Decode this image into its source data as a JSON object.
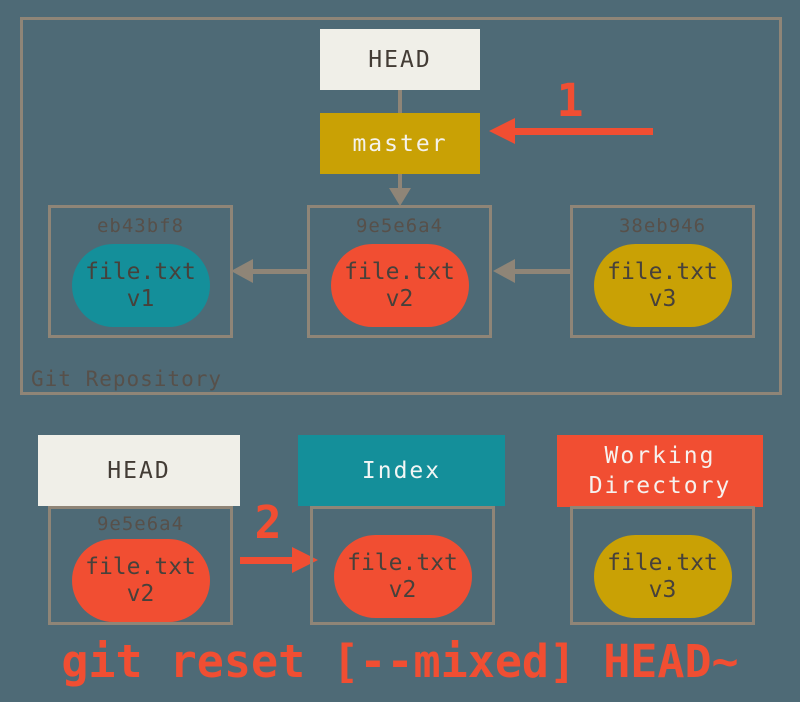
{
  "colors": {
    "background": "#4e6a76",
    "frame_and_gray_arrows": "#8f8577",
    "offwhite_box": "#f0efe8",
    "gold": "#c9a105",
    "teal": "#148f9a",
    "red_orange": "#f14e32",
    "dark_text": "#433c35",
    "hash_text": "#57504a"
  },
  "repository": {
    "label": "Git Repository",
    "head_label": "HEAD",
    "branch_label": "master",
    "step1_label": "1",
    "commits": [
      {
        "hash": "eb43bf8",
        "file": "file.txt",
        "version": "v1",
        "color": "teal"
      },
      {
        "hash": "9e5e6a4",
        "file": "file.txt",
        "version": "v2",
        "color": "red"
      },
      {
        "hash": "38eb946",
        "file": "file.txt",
        "version": "v3",
        "color": "gold"
      }
    ]
  },
  "areas": {
    "step2_label": "2",
    "head": {
      "title": "HEAD",
      "hash": "9e5e6a4",
      "file": "file.txt",
      "version": "v2"
    },
    "index": {
      "title": "Index",
      "file": "file.txt",
      "version": "v2"
    },
    "working_directory": {
      "title": "Working Directory",
      "file": "file.txt",
      "version": "v3"
    }
  },
  "caption": "git reset [--mixed] HEAD~"
}
